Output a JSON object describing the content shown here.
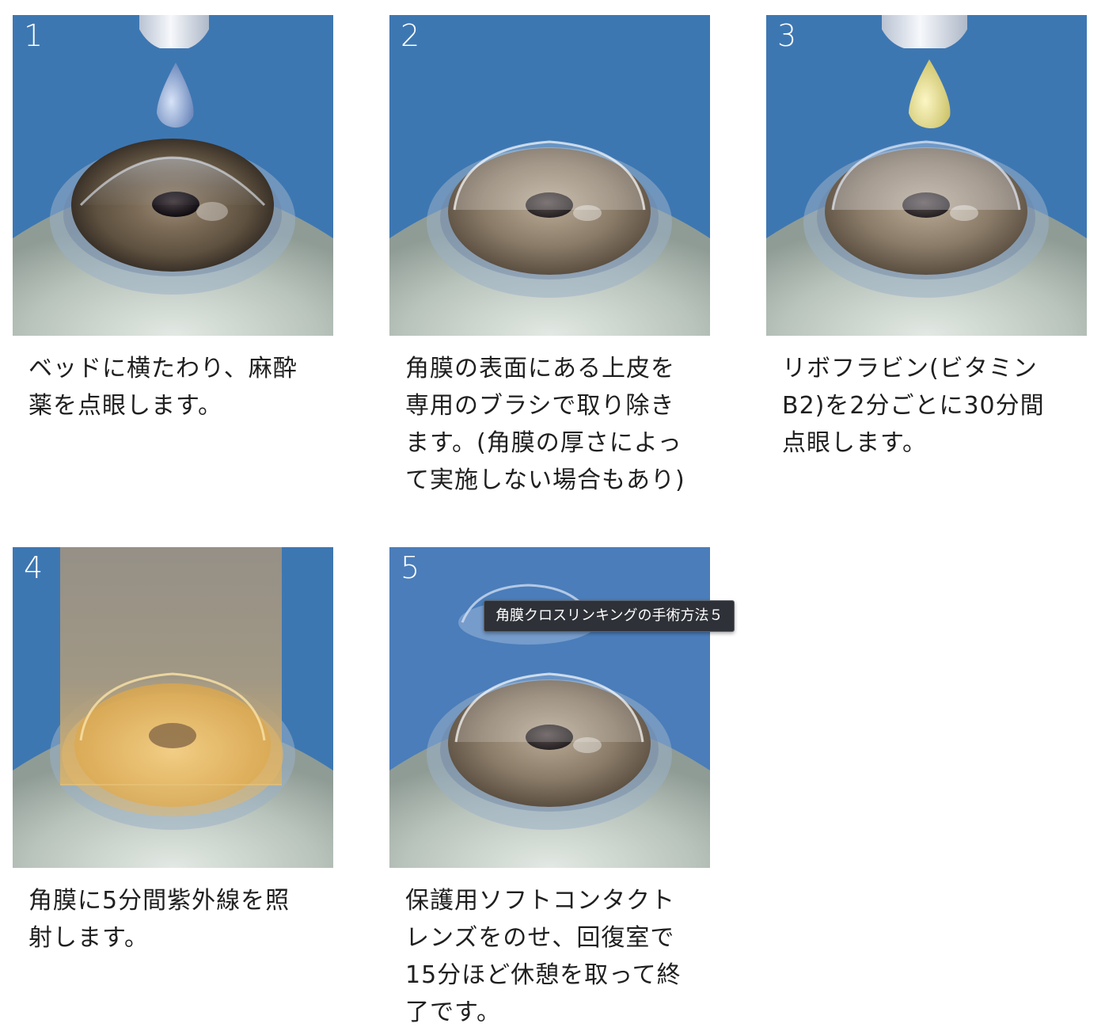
{
  "colors": {
    "panel_background": "#3d77b2",
    "caption_text": "#1f1f1f",
    "tooltip_background": "#2e3137",
    "tooltip_text": "#ffffff"
  },
  "steps": [
    {
      "number": "1",
      "image_alt": "角膜クロスリンキングの手術方法1",
      "scene": "colorless-drop-over-eye",
      "caption": "ベッドに横たわり、麻酔\n薬を点眼します。"
    },
    {
      "number": "2",
      "image_alt": "角膜クロスリンキングの手術方法2",
      "scene": "epithelium-removed",
      "caption": "角膜の表面にある上皮を\n専用のブラシで取り除き\nます。(角膜の厚さによっ\nて実施しない場合もあり)"
    },
    {
      "number": "3",
      "image_alt": "角膜クロスリンキングの手術方法3",
      "scene": "yellow-riboflavin-drop-over-eye",
      "caption": "リボフラビン(ビタミン\nB2)を2分ごとに30分間\n点眼します。"
    },
    {
      "number": "4",
      "image_alt": "角膜クロスリンキングの手術方法4",
      "scene": "uv-beam-on-cornea",
      "caption": "角膜に5分間紫外線を照\n射します。"
    },
    {
      "number": "5",
      "image_alt": "角膜クロスリンキングの手術方法5",
      "scene": "contact-lens-above-eye",
      "caption": "保護用ソフトコンタクト\nレンズをのせ、回復室で\n15分ほど休憩を取って終\n了です。"
    }
  ],
  "tooltip": {
    "text": "角膜クロスリンキングの手術方法５"
  }
}
